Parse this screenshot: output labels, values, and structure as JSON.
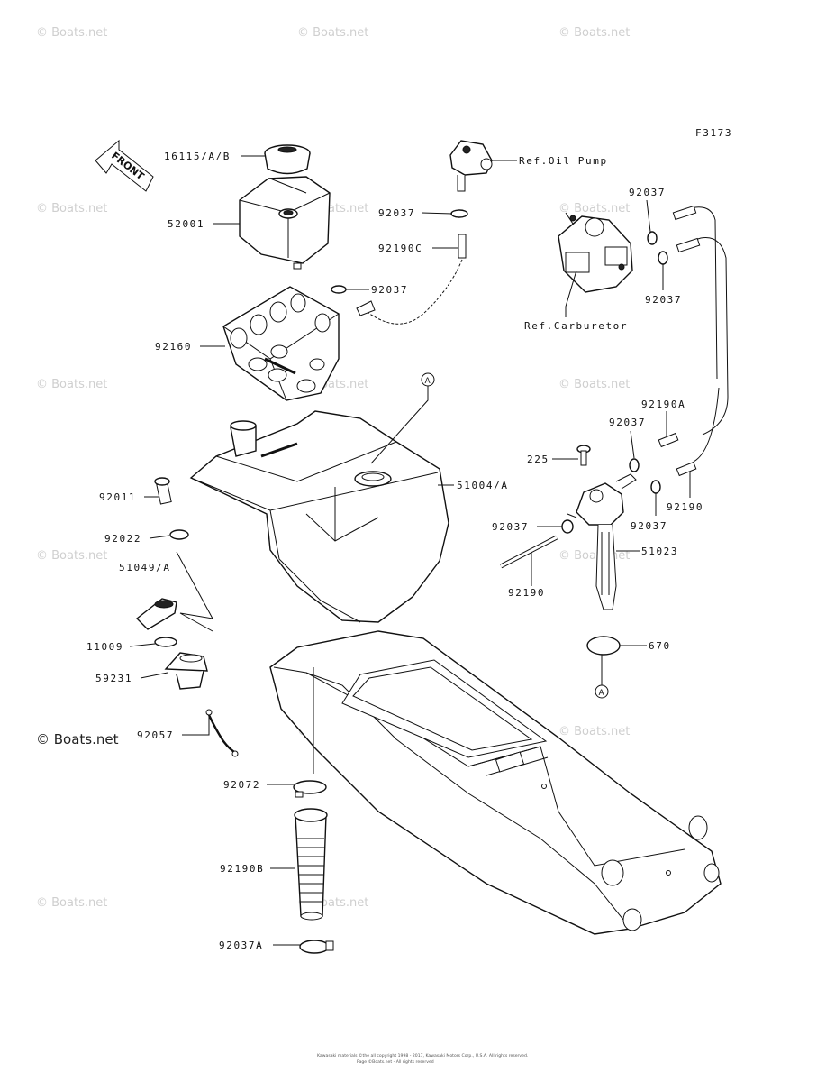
{
  "figure_code": "F3173",
  "front_label": "FRONT",
  "callout_symbol": "A",
  "watermark": "© Boats.net",
  "footer_line1": "Kawasaki materials ©the all copyright 1998 - 2017, Kawasaki Motors Corp., U.S.A. All rights reserved.",
  "footer_line2": "Page ©Boats.net - All rights reserved",
  "parts": {
    "cap": "16115/A/B",
    "oil_tank": "52001",
    "clamp_top": "92037",
    "hose_c": "92190C",
    "clamp_mid": "92037",
    "tank_cover": "92160",
    "bolt": "92011",
    "washer": "92022",
    "neck_body": "51049/A",
    "gasket": "11009",
    "filler_neck": "59231",
    "strap": "92057",
    "hose_band": "92072",
    "hose_b": "92190B",
    "clamp_a": "92037A",
    "fuel_tank": "51004/A",
    "ref_oil_pump": "Ref.Oil Pump",
    "ref_carburetor": "Ref.Carburetor",
    "clamp_r1": "92037",
    "clamp_r2": "92037",
    "hose_a": "92190A",
    "clamp_r3": "92037",
    "screw": "225",
    "hose_r": "92190",
    "clamp_r4": "92037",
    "clamp_r5": "92037",
    "fuel_cock": "51023",
    "hose_l": "92190",
    "oring": "670"
  }
}
